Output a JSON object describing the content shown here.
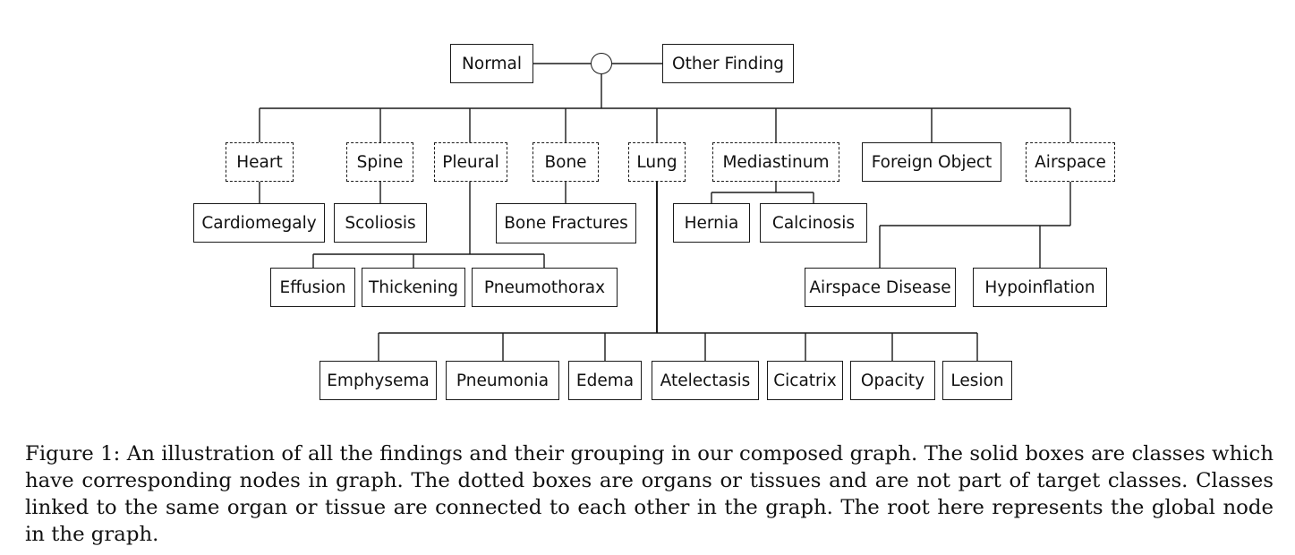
{
  "diagram": {
    "root": {
      "left": "Normal",
      "right": "Other Finding"
    },
    "groups": {
      "heart": "Heart",
      "spine": "Spine",
      "pleural": "Pleural",
      "bone": "Bone",
      "lung": "Lung",
      "mediastinum": "Mediastinum",
      "foreign_object": "Foreign Object",
      "airspace": "Airspace"
    },
    "classes": {
      "cardiomegaly": "Cardiomegaly",
      "scoliosis": "Scoliosis",
      "bone_fractures": "Bone Fractures",
      "hernia": "Hernia",
      "calcinosis": "Calcinosis",
      "effusion": "Effusion",
      "thickening": "Thickening",
      "pneumothorax": "Pneumothorax",
      "airspace_disease": "Airspace Disease",
      "hypoinflation": "Hypoinflation",
      "emphysema": "Emphysema",
      "pneumonia": "Pneumonia",
      "edema": "Edema",
      "atelectasis": "Atelectasis",
      "cicatrix": "Cicatrix",
      "opacity": "Opacity",
      "lesion": "Lesion"
    }
  },
  "caption": "Figure 1: An illustration of all the findings and their grouping in our composed graph. The solid boxes are classes which have corresponding nodes in graph. The dotted boxes are organs or tissues and are not part of target classes. Classes linked to the same organ or tissue are connected to each other in the graph. The root here represents the global node in the graph."
}
